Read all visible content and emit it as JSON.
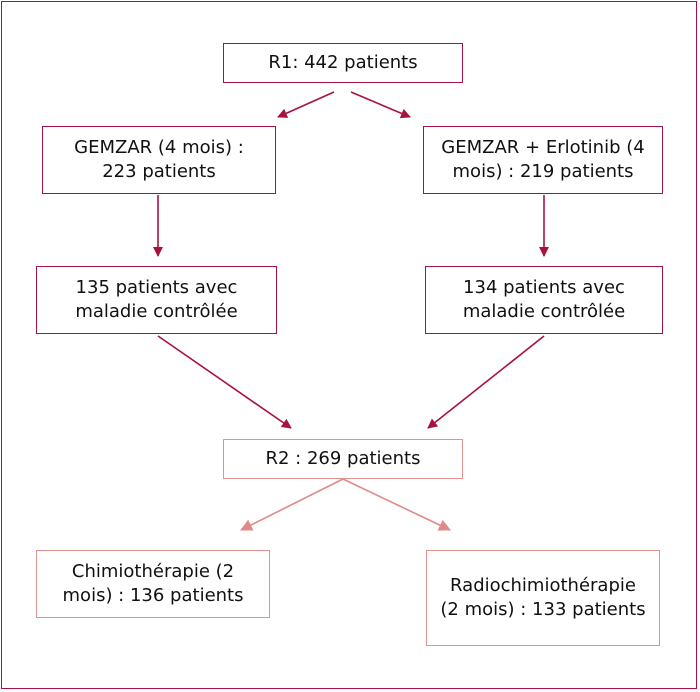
{
  "colors": {
    "border_dark": "#a8123e",
    "border_light": "#e3928f",
    "arrow_dark": "#a8123e",
    "arrow_light": "#de8a88"
  },
  "flowchart": {
    "r1": "R1: 442 patients",
    "gemzar": "GEMZAR (4 mois) : 223 patients",
    "gemzar_erlotinib": "GEMZAR + Erlotinib (4 mois) : 219 patients",
    "controlled_left": "135 patients avec maladie contrôlée",
    "controlled_right": "134 patients avec maladie contrôlée",
    "r2": "R2 : 269 patients",
    "chimio": "Chimiothérapie (2 mois) : 136 patients",
    "radiochimio": "Radiochimiothérapie (2 mois) : 133 patients"
  }
}
